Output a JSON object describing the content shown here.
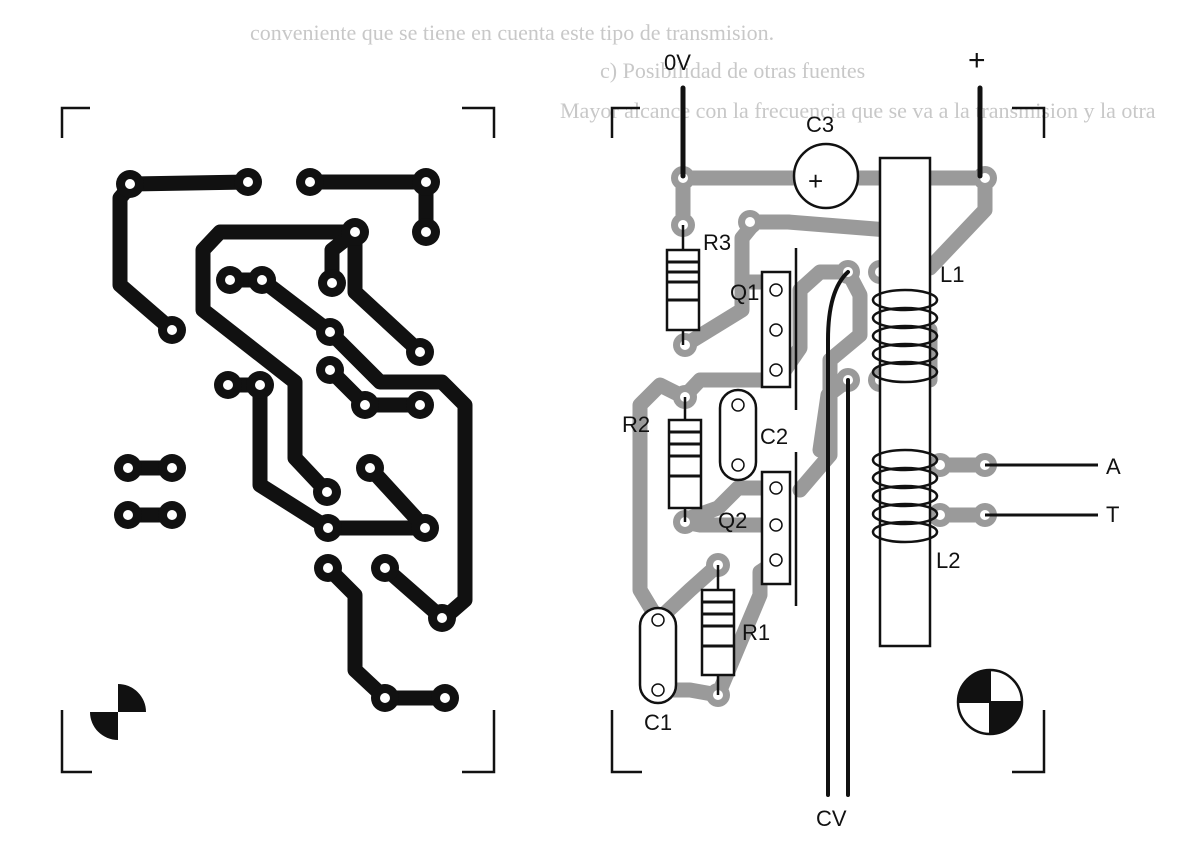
{
  "background_text": [
    "conveniente que se tiene en cuenta este tipo de transmision.",
    "c) Posibilidad de otras fuentes",
    "Mayor alcance con la frecuencia que se va a la transmision y la otra"
  ],
  "labels": {
    "ov": "0V",
    "plus": "+",
    "c3": "C3",
    "c3_plus": "+",
    "r3": "R3",
    "q1": "Q1",
    "l1": "L1",
    "r2": "R2",
    "c2": "C2",
    "q2": "Q2",
    "r1": "R1",
    "c1": "C1",
    "l2": "L2",
    "a": "A",
    "t": "T",
    "cv": "CV"
  },
  "colors": {
    "trace": "#111111",
    "silk_trace": "#9a9a9a",
    "ink": "#111111",
    "paper": "#ffffff"
  }
}
